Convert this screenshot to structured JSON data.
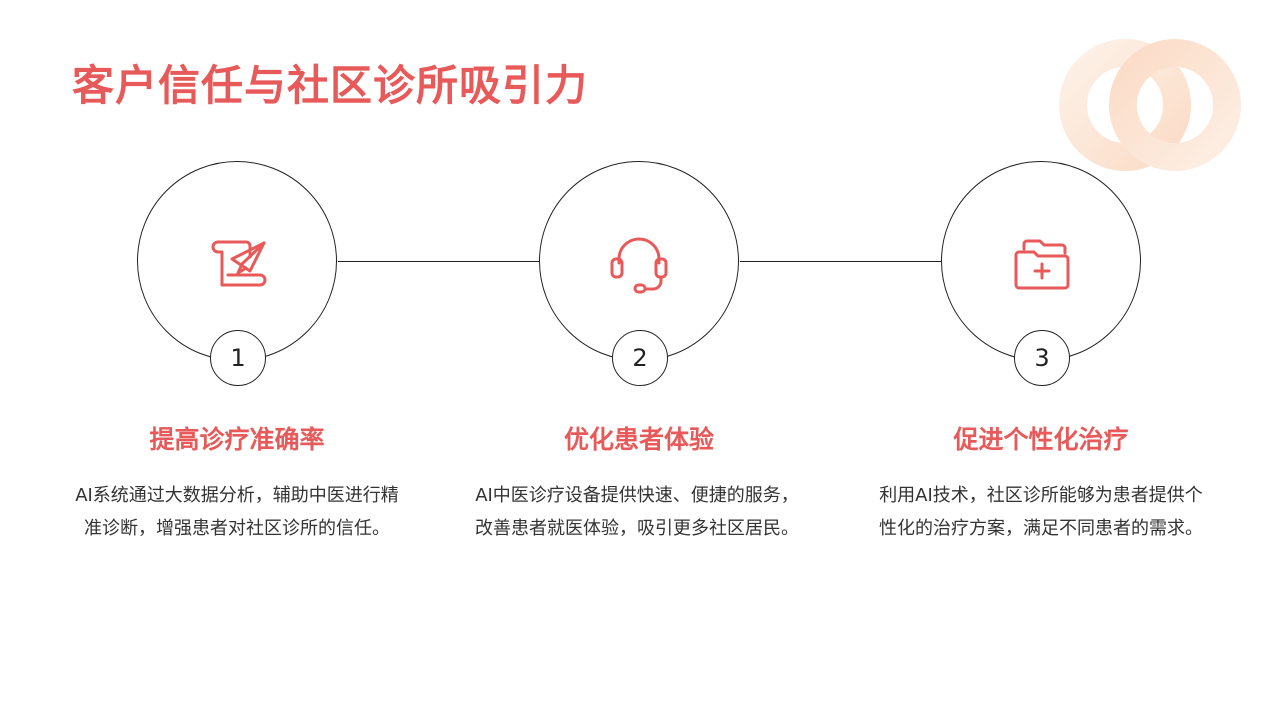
{
  "title": "客户信任与社区诊所吸引力",
  "colors": {
    "accent": "#e85a5a",
    "outline": "#222222",
    "text": "#333333",
    "deco": "#fbe3d2"
  },
  "steps": [
    {
      "number": "1",
      "icon": "paper-plane-scroll-icon",
      "heading": "提高诊疗准确率",
      "description": "AI系统通过大数据分析，辅助中医进行精准诊断，增强患者对社区诊所的信任。"
    },
    {
      "number": "2",
      "icon": "headset-icon",
      "heading": "优化患者体验",
      "description": "AI中医诊疗设备提供快速、便捷的服务，改善患者就医体验，吸引更多社区居民。"
    },
    {
      "number": "3",
      "icon": "medical-folder-icon",
      "heading": "促进个性化治疗",
      "description": "利用AI技术，社区诊所能够为患者提供个性化的治疗方案，满足不同患者的需求。"
    }
  ]
}
